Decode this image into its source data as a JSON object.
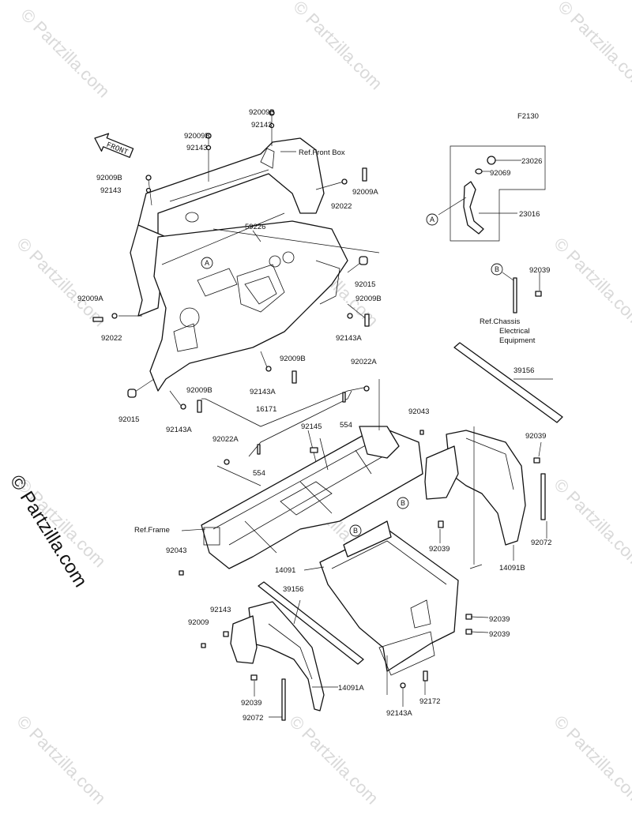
{
  "figure_id": "F2130",
  "side_watermark": "© Partzilla.com",
  "watermark_text": "© Partzilla.com",
  "front_arrow_label": "FRONT",
  "callouts": {
    "a": "A",
    "b": "B"
  },
  "part_labels": {
    "p92009B_1": "92009B",
    "p92143_1": "92143",
    "ref_front_box": "Ref.Front Box",
    "p92009B_2": "92009B",
    "p92143_2": "92143",
    "p92009B_3": "92009B",
    "p92143_3": "92143",
    "p92009A_1": "92009A",
    "p92022_1": "92022",
    "p59226": "59226",
    "p92015_1": "92015",
    "p92009B_4": "92009B",
    "p92009A_2": "92009A",
    "p92022_2": "92022",
    "p92143A_1": "92143A",
    "p92009B_5": "92009B",
    "p92143A_2": "92143A",
    "p92015_2": "92015",
    "p92009B_6": "92009B",
    "p92143A_3": "92143A",
    "p23026": "23026",
    "p92069": "92069",
    "p23016": "23016",
    "p92039_1": "92039",
    "ref_chassis_1": "Ref.Chassis",
    "ref_chassis_2": "Electrical",
    "ref_chassis_3": "Equipment",
    "p39156_1": "39156",
    "p92022A_1": "92022A",
    "p16171": "16171",
    "p92043_1": "92043",
    "p92145": "92145",
    "p554_1": "554",
    "p92022A_2": "92022A",
    "p554_2": "554",
    "p92039_2": "92039",
    "p92072_1": "92072",
    "ref_frame": "Ref.Frame",
    "p92039_3": "92039",
    "p92043_2": "92043",
    "p14091": "14091",
    "p14091B": "14091B",
    "p39156_2": "39156",
    "p92143_4": "92143",
    "p92009": "92009",
    "p92039_4": "92039",
    "p92039_5": "92039",
    "p14091A": "14091A",
    "p92039_6": "92039",
    "p92072_2": "92072",
    "p92172": "92172",
    "p92143A_4": "92143A"
  }
}
